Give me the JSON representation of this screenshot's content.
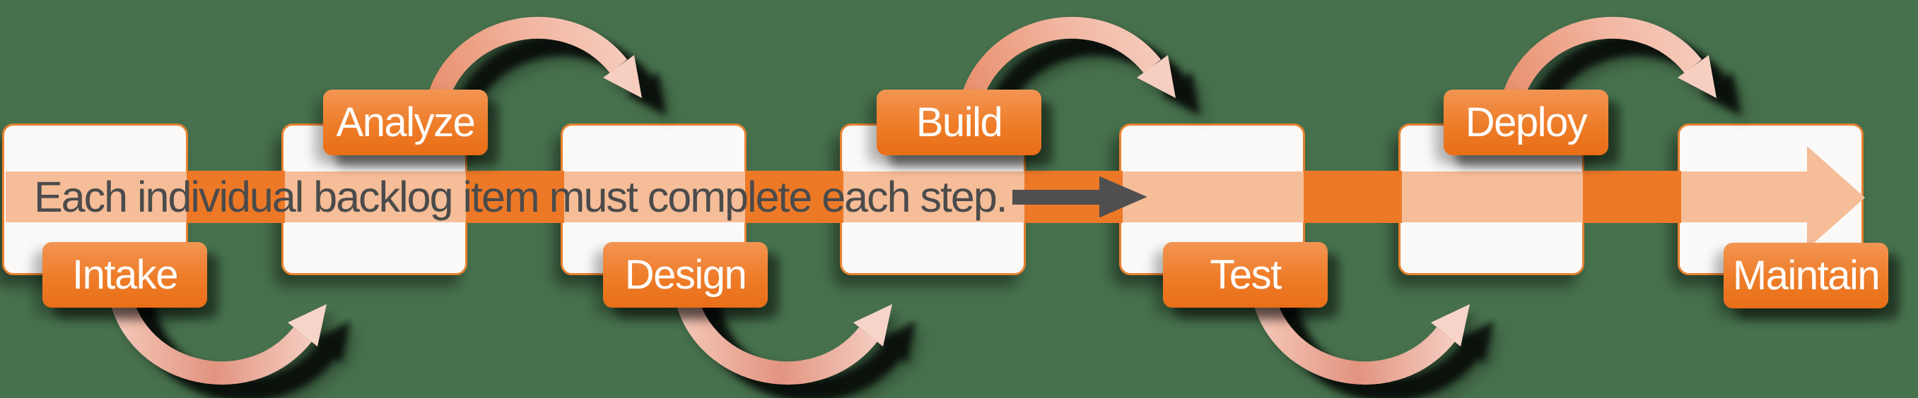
{
  "diagram": {
    "caption": "Each individual backlog item must complete each step.",
    "steps": [
      {
        "label": "Intake",
        "label_position": "below"
      },
      {
        "label": "Analyze",
        "label_position": "above"
      },
      {
        "label": "Design",
        "label_position": "below"
      },
      {
        "label": "Build",
        "label_position": "above"
      },
      {
        "label": "Test",
        "label_position": "below"
      },
      {
        "label": "Deploy",
        "label_position": "above"
      },
      {
        "label": "Maintain",
        "label_position": "below"
      }
    ],
    "flow_direction": "left-to-right",
    "loop_arrow_count": 6,
    "colors": {
      "background": "#47714D",
      "bar_orange": "#ED7927",
      "flow_arrow_peach": "#F5BD98",
      "label_orange": "#EE7C28",
      "caption_gray": "#4B4B4B",
      "box_fill": "#FBFAF9",
      "box_border": "#E8822F",
      "loop_arrow_salmon": "#E88E6C",
      "loop_arrow_pink": "#F7D0C2"
    }
  }
}
